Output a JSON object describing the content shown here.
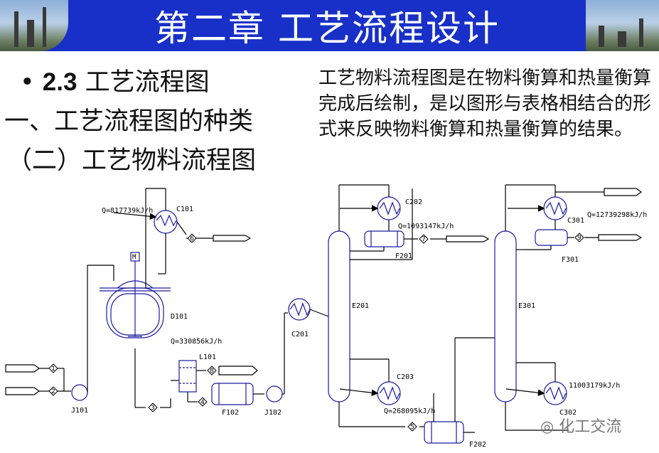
{
  "header": {
    "title": "第二章 工艺流程设计"
  },
  "left": {
    "bullet": "•",
    "section_num": "2.3",
    "section_title": " 工艺流程图",
    "line2": "一、工艺流程图的种类",
    "line3": "（二）工艺物料流程图"
  },
  "right": {
    "paragraph": "工艺物料流程图是在物料衡算和热量衡算完成后绘制，是以图形与表格相结合的形式来反映物料衡算和热量衡算的结果。"
  },
  "diagram": {
    "labels": {
      "C101": "C101",
      "D101": "D101",
      "L101": "L101",
      "F102": "F102",
      "J101": "J101",
      "J102": "J102",
      "C201": "C201",
      "E201": "E201",
      "C202": "C202",
      "F201": "F201",
      "C203": "C203",
      "F202": "F202",
      "E301": "E301",
      "C301": "C301",
      "F301": "F301",
      "C302": "C302",
      "M": "M"
    },
    "duties": {
      "q_c101": "Q=817739kJ/h",
      "q_d101": "Q=330856kJ/h",
      "q_c202": "Q=1093147kJ/h",
      "q_c203": "Q=268095kJ/h",
      "q_c301": "Q=12739298kJ/h",
      "q_c302": "11003179kJ/h"
    },
    "streams": [
      "1",
      "2",
      "3",
      "4",
      "5",
      "6",
      "7",
      "8",
      "9"
    ]
  },
  "watermark": {
    "text": "化工交流"
  }
}
